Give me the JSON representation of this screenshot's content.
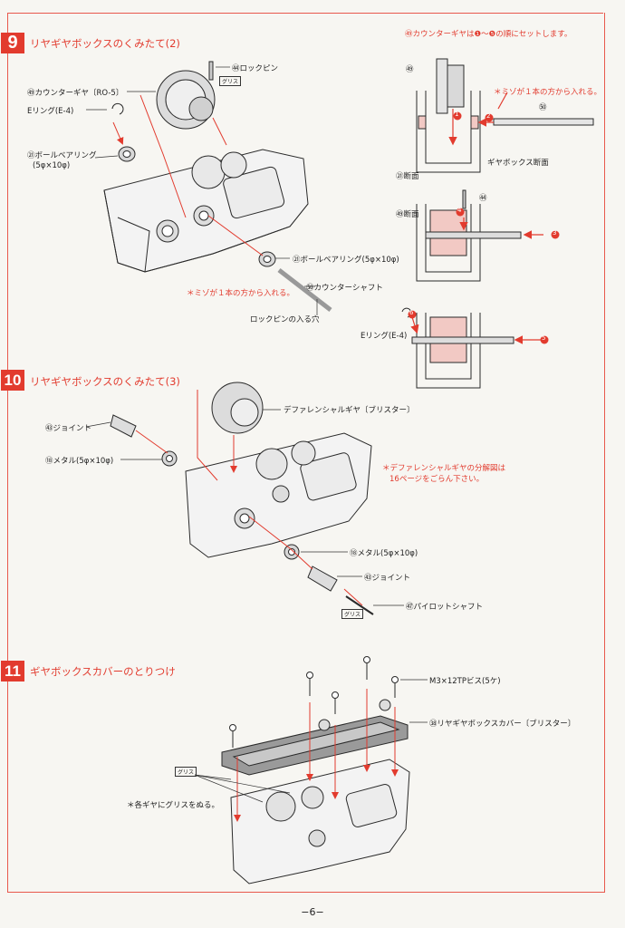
{
  "steps": [
    {
      "number": "9",
      "title": "リヤギヤボックスのくみたて(2)"
    },
    {
      "number": "10",
      "title": "リヤギヤボックスのくみたて(3)"
    },
    {
      "number": "11",
      "title": "ギヤボックスカバーのとりつけ"
    }
  ],
  "step9": {
    "note_order": "㊾カウンターギヤは❶〜❺の順にセットします。",
    "lock_pin": "㊹ロックピン",
    "counter_gear": "㊾カウンターギヤ〔RO-5〕",
    "e_ring": "Eリング(E-4)",
    "ball_bearing": "㉑ボールベアリング",
    "ball_bearing_size": "(5φ×10φ)",
    "ball_bearing2": "㉑ボールベアリング(5φ×10φ)",
    "groove_note": "＊ミゾが１本の方から入れる。",
    "counter_shaft": "㊿カウンターシャフト",
    "lock_pin_hole": "ロックピンの入る穴",
    "grease_tag": "グリス",
    "detail": {
      "part49": "㊾",
      "part50": "㊿",
      "groove_note": "＊ミゾが１本の方から入れる。",
      "gearbox_section": "ギヤボックス断面",
      "part21_section": "㉑断面",
      "part49_section": "㊾断面",
      "part44": "㊹",
      "e_ring": "Eリング(E-4)",
      "n1": "1",
      "n2": "2",
      "n3": "3",
      "n4": "4",
      "n5": "5",
      "n6": "6"
    }
  },
  "step10": {
    "diff_gear": "デファレンシャルギヤ〔ブリスター〕",
    "joint": "㊸ジョイント",
    "metal": "⑱メタル(5φ×10φ)",
    "diff_note_1": "＊デファレンシャルギヤの分解図は",
    "diff_note_2": "16ページをごらん下さい。",
    "metal2": "⑱メタル(5φ×10φ)",
    "joint2": "㊸ジョイント",
    "pilot_shaft": "㊼パイロットシャフト",
    "grease_tag": "グリス"
  },
  "step11": {
    "screws": "M3×12TPビス(5ケ)",
    "cover": "㊳リヤギヤボックスカバー〔ブリスター〕",
    "grease_tag": "グリス",
    "grease_note": "＊各ギヤにグリスをぬる。"
  },
  "page_number": "−6−",
  "colors": {
    "accent": "#e23b2e",
    "line": "#2a2a2a",
    "pink": "#f2c9c4"
  }
}
